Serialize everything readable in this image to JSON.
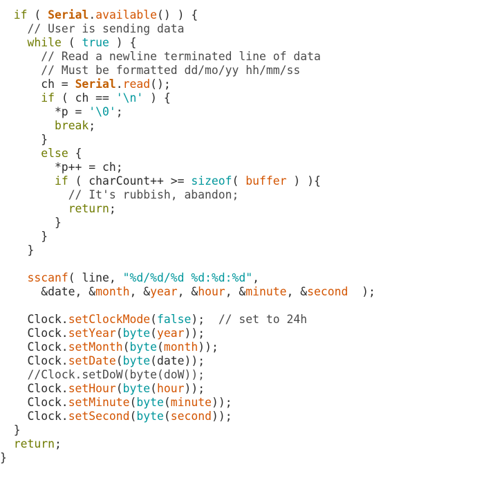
{
  "colors": {
    "background": "#ffffff",
    "plain": "#2b2b2b",
    "keyword": "#6f7b00",
    "class": "#c25e00",
    "method": "#d35400",
    "type": "#00979c",
    "string": "#00979c",
    "comment": "#4a4a4a"
  },
  "code": {
    "lines": [
      [
        {
          "t": "  "
        },
        {
          "t": "if",
          "k": "keyword"
        },
        {
          "t": " ( "
        },
        {
          "t": "Serial",
          "k": "class"
        },
        {
          "t": "."
        },
        {
          "t": "available",
          "k": "method"
        },
        {
          "t": "() ) {"
        }
      ],
      [
        {
          "t": "    "
        },
        {
          "t": "// User is sending data",
          "k": "comment"
        }
      ],
      [
        {
          "t": "    "
        },
        {
          "t": "while",
          "k": "keyword"
        },
        {
          "t": " ( "
        },
        {
          "t": "true",
          "k": "type"
        },
        {
          "t": " ) {"
        }
      ],
      [
        {
          "t": "      "
        },
        {
          "t": "// Read a newline terminated line of data",
          "k": "comment"
        }
      ],
      [
        {
          "t": "      "
        },
        {
          "t": "// Must be formatted dd/mo/yy hh/mm/ss",
          "k": "comment"
        }
      ],
      [
        {
          "t": "      ch = "
        },
        {
          "t": "Serial",
          "k": "class"
        },
        {
          "t": "."
        },
        {
          "t": "read",
          "k": "method"
        },
        {
          "t": "();"
        }
      ],
      [
        {
          "t": "      "
        },
        {
          "t": "if",
          "k": "keyword"
        },
        {
          "t": " ( ch == "
        },
        {
          "t": "'\\n'",
          "k": "string"
        },
        {
          "t": " ) {"
        }
      ],
      [
        {
          "t": "        *p = "
        },
        {
          "t": "'\\0'",
          "k": "string"
        },
        {
          "t": ";"
        }
      ],
      [
        {
          "t": "        "
        },
        {
          "t": "break",
          "k": "keyword"
        },
        {
          "t": ";"
        }
      ],
      [
        {
          "t": "      }"
        }
      ],
      [
        {
          "t": "      "
        },
        {
          "t": "else",
          "k": "keyword"
        },
        {
          "t": " {"
        }
      ],
      [
        {
          "t": "        *p++ = ch;"
        }
      ],
      [
        {
          "t": "        "
        },
        {
          "t": "if",
          "k": "keyword"
        },
        {
          "t": " ( charCount++ >= "
        },
        {
          "t": "sizeof",
          "k": "type"
        },
        {
          "t": "( "
        },
        {
          "t": "buffer",
          "k": "method"
        },
        {
          "t": " ) ){"
        }
      ],
      [
        {
          "t": "          "
        },
        {
          "t": "// It's rubbish, abandon;",
          "k": "comment"
        }
      ],
      [
        {
          "t": "          "
        },
        {
          "t": "return",
          "k": "keyword"
        },
        {
          "t": ";"
        }
      ],
      [
        {
          "t": "        }"
        }
      ],
      [
        {
          "t": "      }"
        }
      ],
      [
        {
          "t": "    }"
        }
      ],
      [
        {
          "t": ""
        }
      ],
      [
        {
          "t": "    "
        },
        {
          "t": "sscanf",
          "k": "method"
        },
        {
          "t": "( line, "
        },
        {
          "t": "\"%d/%d/%d %d:%d:%d\"",
          "k": "string"
        },
        {
          "t": ","
        }
      ],
      [
        {
          "t": "      &date, &"
        },
        {
          "t": "month",
          "k": "method"
        },
        {
          "t": ", &"
        },
        {
          "t": "year",
          "k": "method"
        },
        {
          "t": ", &"
        },
        {
          "t": "hour",
          "k": "method"
        },
        {
          "t": ", &"
        },
        {
          "t": "minute",
          "k": "method"
        },
        {
          "t": ", &"
        },
        {
          "t": "second",
          "k": "method"
        },
        {
          "t": "  );"
        }
      ],
      [
        {
          "t": ""
        }
      ],
      [
        {
          "t": "    Clock."
        },
        {
          "t": "setClockMode",
          "k": "method"
        },
        {
          "t": "("
        },
        {
          "t": "false",
          "k": "type"
        },
        {
          "t": ");  "
        },
        {
          "t": "// set to 24h",
          "k": "comment"
        }
      ],
      [
        {
          "t": "    Clock."
        },
        {
          "t": "setYear",
          "k": "method"
        },
        {
          "t": "("
        },
        {
          "t": "byte",
          "k": "type"
        },
        {
          "t": "("
        },
        {
          "t": "year",
          "k": "method"
        },
        {
          "t": "));"
        }
      ],
      [
        {
          "t": "    Clock."
        },
        {
          "t": "setMonth",
          "k": "method"
        },
        {
          "t": "("
        },
        {
          "t": "byte",
          "k": "type"
        },
        {
          "t": "("
        },
        {
          "t": "month",
          "k": "method"
        },
        {
          "t": "));"
        }
      ],
      [
        {
          "t": "    Clock."
        },
        {
          "t": "setDate",
          "k": "method"
        },
        {
          "t": "("
        },
        {
          "t": "byte",
          "k": "type"
        },
        {
          "t": "(date));"
        }
      ],
      [
        {
          "t": "    "
        },
        {
          "t": "//Clock.setDoW(byte(doW));",
          "k": "comment"
        }
      ],
      [
        {
          "t": "    Clock."
        },
        {
          "t": "setHour",
          "k": "method"
        },
        {
          "t": "("
        },
        {
          "t": "byte",
          "k": "type"
        },
        {
          "t": "("
        },
        {
          "t": "hour",
          "k": "method"
        },
        {
          "t": "));"
        }
      ],
      [
        {
          "t": "    Clock."
        },
        {
          "t": "setMinute",
          "k": "method"
        },
        {
          "t": "("
        },
        {
          "t": "byte",
          "k": "type"
        },
        {
          "t": "("
        },
        {
          "t": "minute",
          "k": "method"
        },
        {
          "t": "));"
        }
      ],
      [
        {
          "t": "    Clock."
        },
        {
          "t": "setSecond",
          "k": "method"
        },
        {
          "t": "("
        },
        {
          "t": "byte",
          "k": "type"
        },
        {
          "t": "("
        },
        {
          "t": "second",
          "k": "method"
        },
        {
          "t": "));"
        }
      ],
      [
        {
          "t": "  }"
        }
      ],
      [
        {
          "t": "  "
        },
        {
          "t": "return",
          "k": "keyword"
        },
        {
          "t": ";"
        }
      ],
      [
        {
          "t": "}"
        }
      ]
    ]
  }
}
